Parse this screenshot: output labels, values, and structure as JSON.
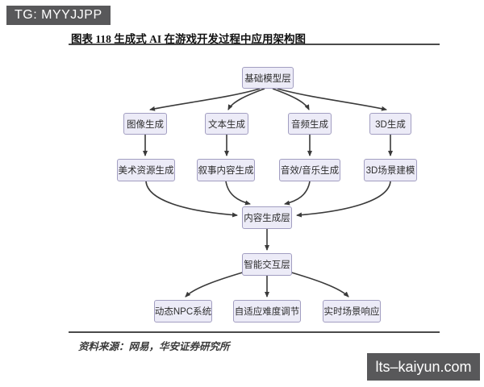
{
  "overlays": {
    "tg_banner": "TG: MYYJJPP",
    "site_watermark": "lts–kaiyun.com"
  },
  "figure": {
    "title": "图表 118 生成式 AI 在游戏开发过程中应用架构图",
    "source": "资料来源：网易，华安证券研究所"
  },
  "diagram": {
    "nodes": [
      {
        "id": "foundation",
        "label": "基础模型层"
      },
      {
        "id": "image_gen",
        "label": "图像生成"
      },
      {
        "id": "text_gen",
        "label": "文本生成"
      },
      {
        "id": "audio_gen",
        "label": "音频生成"
      },
      {
        "id": "threed_gen",
        "label": "3D生成"
      },
      {
        "id": "art_asset",
        "label": "美术资源生成"
      },
      {
        "id": "narrative",
        "label": "叙事内容生成"
      },
      {
        "id": "sfx_music",
        "label": "音效/音乐生成"
      },
      {
        "id": "scene_model",
        "label": "3D场景建模"
      },
      {
        "id": "content_layer",
        "label": "内容生成层"
      },
      {
        "id": "interact_layer",
        "label": "智能交互层"
      },
      {
        "id": "npc",
        "label": "动态NPC系统"
      },
      {
        "id": "difficulty",
        "label": "自适应难度调节"
      },
      {
        "id": "realtime",
        "label": "实时场景响应"
      }
    ],
    "edges": [
      {
        "from": "基础模型层",
        "to": "图像生成"
      },
      {
        "from": "基础模型层",
        "to": "文本生成"
      },
      {
        "from": "基础模型层",
        "to": "音频生成"
      },
      {
        "from": "基础模型层",
        "to": "3D生成"
      },
      {
        "from": "图像生成",
        "to": "美术资源生成"
      },
      {
        "from": "文本生成",
        "to": "叙事内容生成"
      },
      {
        "from": "音频生成",
        "to": "音效/音乐生成"
      },
      {
        "from": "3D生成",
        "to": "3D场景建模"
      },
      {
        "from": "美术资源生成",
        "to": "内容生成层"
      },
      {
        "from": "叙事内容生成",
        "to": "内容生成层"
      },
      {
        "from": "音效/音乐生成",
        "to": "内容生成层"
      },
      {
        "from": "3D场景建模",
        "to": "内容生成层"
      },
      {
        "from": "内容生成层",
        "to": "智能交互层"
      },
      {
        "from": "智能交互层",
        "to": "动态NPC系统"
      },
      {
        "from": "智能交互层",
        "to": "自适应难度调节"
      },
      {
        "from": "智能交互层",
        "to": "实时场景响应"
      }
    ]
  },
  "colors": {
    "banner_bg": "#58585A",
    "watermark_bg": "#58585A",
    "node_fill": "#ECEBF7",
    "node_border": "#A29EC1",
    "arrow": "#3A3A3A",
    "rule_line": "#4A4A4A"
  }
}
